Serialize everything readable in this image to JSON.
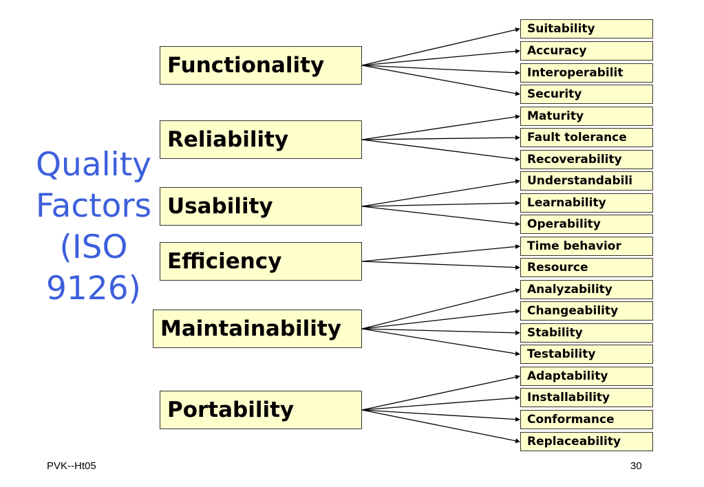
{
  "title_lines": [
    "Quality",
    "Factors",
    "(ISO",
    "9126)"
  ],
  "factors": [
    {
      "label": "Functionality",
      "subs": [
        "Suitability",
        "Accuracy",
        "Interoperabilit",
        "Security"
      ]
    },
    {
      "label": "Reliability",
      "subs": [
        "Maturity",
        "Fault tolerance",
        "Recoverability"
      ]
    },
    {
      "label": "Usability",
      "subs": [
        "Understandabili",
        "Learnability",
        "Operability"
      ]
    },
    {
      "label": "Efficiency",
      "subs": [
        "Time behavior",
        "Resource"
      ]
    },
    {
      "label": "Maintainability",
      "subs": [
        "Analyzability",
        "Changeability",
        "Stability",
        "Testability"
      ]
    },
    {
      "label": "Portability",
      "subs": [
        "Adaptability",
        "Installability",
        "Conformance",
        "Replaceability"
      ]
    }
  ],
  "footer": {
    "left": "PVK--Ht05",
    "page": "30"
  },
  "colors": {
    "title": "#3c5fdc",
    "box_fill": "#ffffcc",
    "box_border": "#333333",
    "connector": "#000000"
  }
}
